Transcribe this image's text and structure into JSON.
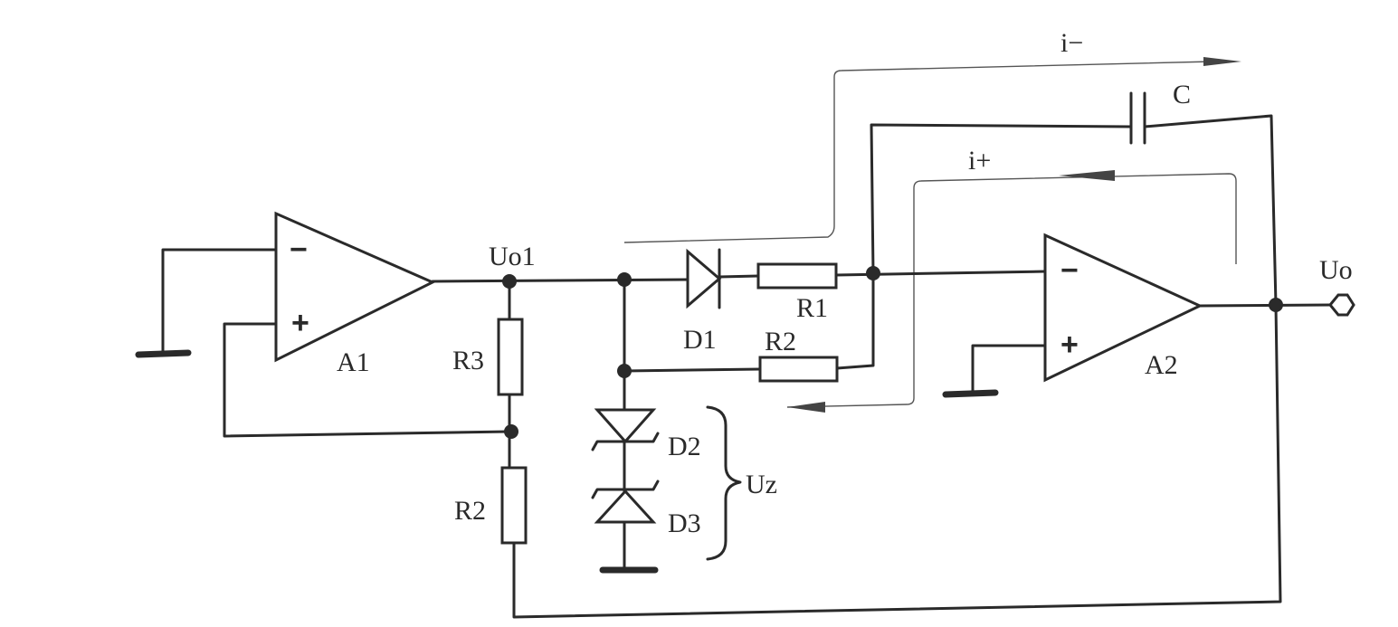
{
  "labels": {
    "uo1": "Uo1",
    "uo": "Uo",
    "a1": "A1",
    "a2": "A2",
    "r1": "R1",
    "r2_top": "R2",
    "r2_bottom": "R2",
    "r3": "R3",
    "d1": "D1",
    "d2": "D2",
    "d3": "D3",
    "uz": "Uz",
    "c": "C",
    "i_minus": "i−",
    "i_plus": "i+",
    "a1_minus": "−",
    "a1_plus": "+",
    "a2_minus": "−",
    "a2_plus": "+"
  }
}
